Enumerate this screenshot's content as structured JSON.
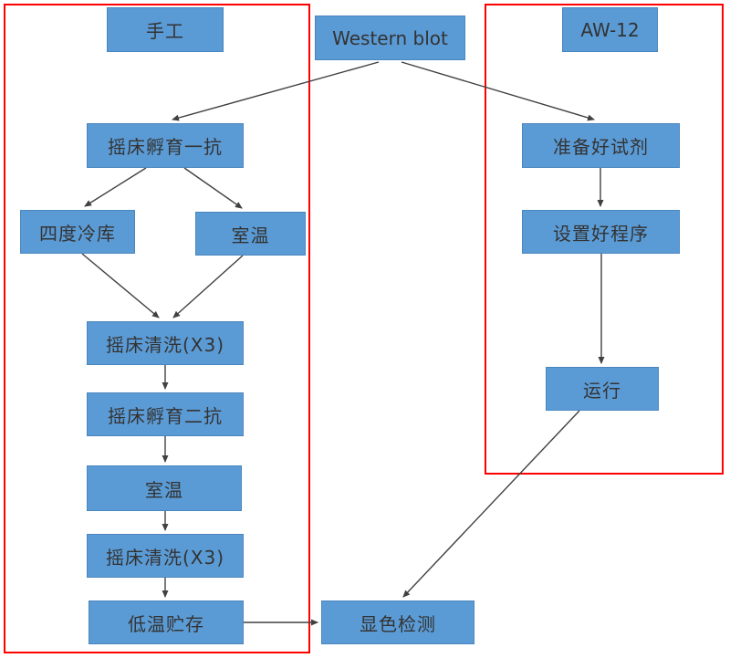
{
  "diagram": {
    "type": "flowchart",
    "groups": {
      "manual": {
        "label_node": "manual_label",
        "description": "manual workflow frame"
      },
      "aw12": {
        "label_node": "aw12_label",
        "description": "AW-12 automated workflow frame"
      }
    },
    "nodes": {
      "manual_label": "手工",
      "western_blot": "Western blot",
      "aw12_label": "AW-12",
      "incubate_primary": "摇床孵育一抗",
      "cold_room": "四度冷库",
      "room_temp_1": "室温",
      "wash_1": "摇床清洗(X3)",
      "incubate_secondary": "摇床孵育二抗",
      "room_temp_2": "室温",
      "wash_2": "摇床清洗(X3)",
      "cold_storage": "低温贮存",
      "prepare_reagents": "准备好试剂",
      "set_program": "设置好程序",
      "run": "运行",
      "detection": "显色检测"
    },
    "edges": [
      {
        "from": "western_blot",
        "to": "incubate_primary"
      },
      {
        "from": "western_blot",
        "to": "prepare_reagents"
      },
      {
        "from": "incubate_primary",
        "to": "cold_room"
      },
      {
        "from": "incubate_primary",
        "to": "room_temp_1"
      },
      {
        "from": "cold_room",
        "to": "wash_1"
      },
      {
        "from": "room_temp_1",
        "to": "wash_1"
      },
      {
        "from": "wash_1",
        "to": "incubate_secondary"
      },
      {
        "from": "incubate_secondary",
        "to": "room_temp_2"
      },
      {
        "from": "room_temp_2",
        "to": "wash_2"
      },
      {
        "from": "wash_2",
        "to": "cold_storage"
      },
      {
        "from": "cold_storage",
        "to": "detection"
      },
      {
        "from": "prepare_reagents",
        "to": "set_program"
      },
      {
        "from": "set_program",
        "to": "run"
      },
      {
        "from": "run",
        "to": "detection"
      }
    ],
    "colors": {
      "node_fill": "#5b9bd5",
      "node_border": "#4a86be",
      "group_border": "#ff0000",
      "connector": "#404040",
      "text": "#333333",
      "background": "#ffffff"
    }
  }
}
